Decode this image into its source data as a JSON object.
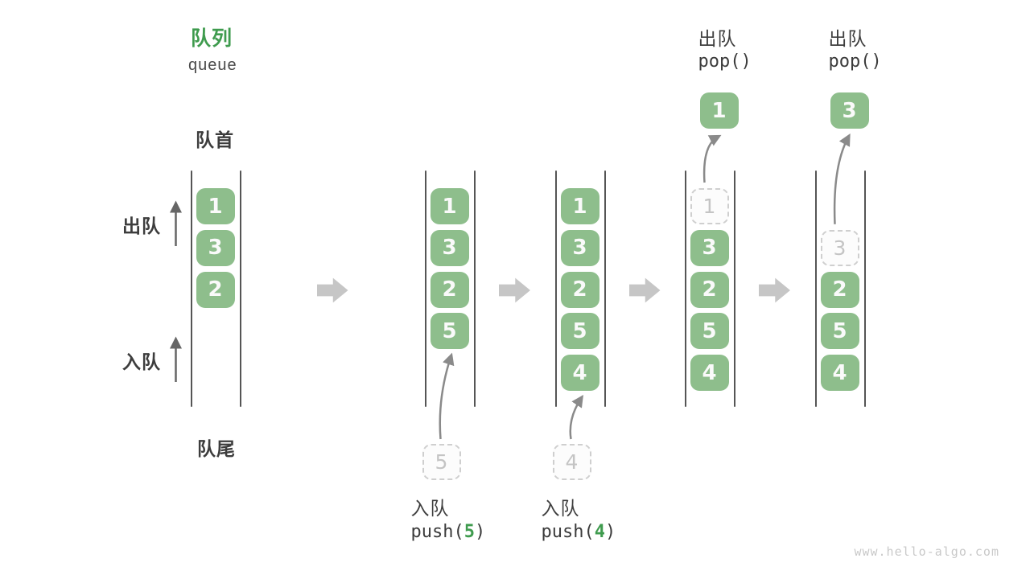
{
  "header": {
    "title_zh": "队列",
    "title_en": "queue"
  },
  "labels": {
    "front": "队首",
    "rear": "队尾",
    "dequeue_side": "出队",
    "enqueue_side": "入队"
  },
  "watermark": "www.hello-algo.com",
  "colors": {
    "box_green": "#8ebe8c",
    "accent_green": "#3f9b4e",
    "label_dark": "#3d3d3d",
    "wall": "#555555",
    "curved_arrow": "#8a8a8a",
    "side_arrow": "#666666",
    "block_arrow": "#c6c6c6",
    "ghost_border": "#cfcfcf",
    "ghost_text": "#c4c4c4",
    "watermark_text": "#c9c9c9",
    "box_text": "#fafafa"
  },
  "queue_states": [
    {
      "id": "initial",
      "elements": [
        {
          "row": 0,
          "value": "1"
        },
        {
          "row": 1,
          "value": "3"
        },
        {
          "row": 2,
          "value": "2"
        }
      ]
    },
    {
      "id": "after-push-5",
      "elements": [
        {
          "row": 0,
          "value": "1"
        },
        {
          "row": 1,
          "value": "3"
        },
        {
          "row": 2,
          "value": "2"
        },
        {
          "row": 3,
          "value": "5"
        }
      ],
      "incoming": "5",
      "op": {
        "label": "入队",
        "code_prefix": "push(",
        "code_arg": "5",
        "code_suffix": ")",
        "position": "bottom"
      }
    },
    {
      "id": "after-push-4",
      "elements": [
        {
          "row": 0,
          "value": "1"
        },
        {
          "row": 1,
          "value": "3"
        },
        {
          "row": 2,
          "value": "2"
        },
        {
          "row": 3,
          "value": "5"
        },
        {
          "row": 4,
          "value": "4"
        }
      ],
      "incoming": "4",
      "op": {
        "label": "入队",
        "code_prefix": "push(",
        "code_arg": "4",
        "code_suffix": ")",
        "position": "bottom"
      }
    },
    {
      "id": "after-pop-1",
      "elements": [
        {
          "row": 0,
          "value": "1",
          "ghost": true
        },
        {
          "row": 1,
          "value": "3"
        },
        {
          "row": 2,
          "value": "2"
        },
        {
          "row": 3,
          "value": "5"
        },
        {
          "row": 4,
          "value": "4"
        }
      ],
      "popped": "1",
      "op": {
        "label": "出队",
        "code_prefix": "pop(",
        "code_arg": "",
        "code_suffix": ")",
        "position": "top"
      }
    },
    {
      "id": "after-pop-3",
      "elements": [
        {
          "row": 1,
          "value": "3",
          "ghost": true
        },
        {
          "row": 2,
          "value": "2"
        },
        {
          "row": 3,
          "value": "5"
        },
        {
          "row": 4,
          "value": "4"
        }
      ],
      "popped": "3",
      "op": {
        "label": "出队",
        "code_prefix": "pop(",
        "code_arg": "",
        "code_suffix": ")",
        "position": "top"
      }
    }
  ]
}
